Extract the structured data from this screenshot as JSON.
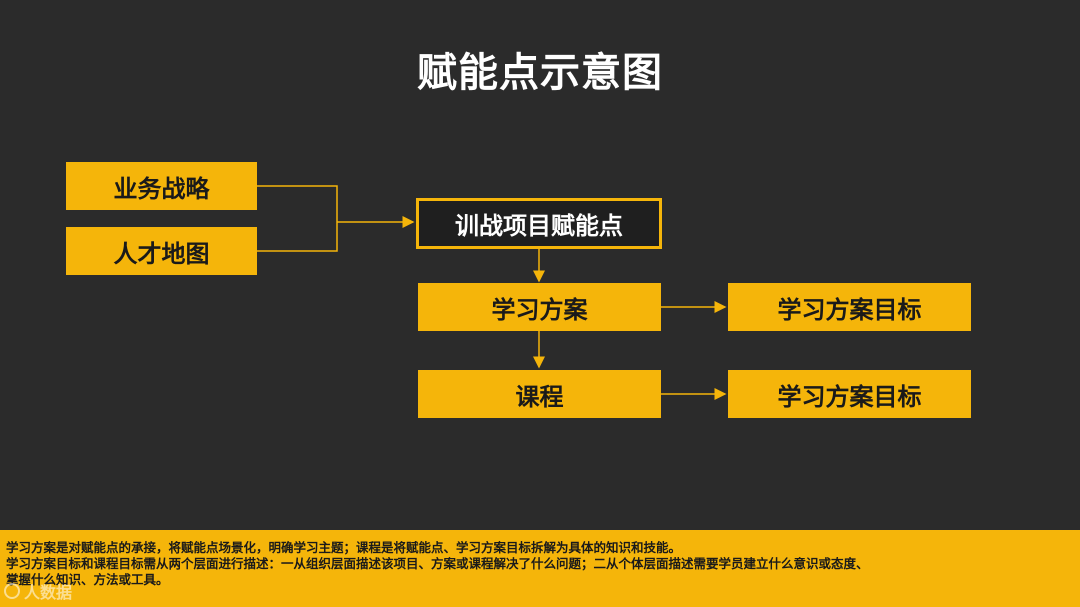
{
  "title": "赋能点示意图",
  "diagram": {
    "left_boxes": [
      "业务战略",
      "人才地图"
    ],
    "center_box": "训战项目赋能点",
    "plan_box": "学习方案",
    "course_box": "课程",
    "plan_target_box": "学习方案目标",
    "course_target_box": "学习方案目标"
  },
  "colors": {
    "background": "#2b2b2b",
    "accent": "#f5b50a",
    "text_dark": "#1a1a1a",
    "text_light": "#ffffff"
  },
  "footer": {
    "line1": "学习方案是对赋能点的承接，将赋能点场景化，明确学习主题；课程是将赋能点、学习方案目标拆解为具体的知识和技能。",
    "line2": "学习方案目标和课程目标需从两个层面进行描述：一从组织层面描述该项目、方案或课程解决了什么问题；二从个体层面描述需要学员建立什么意识或态度、",
    "line3": "掌握什么知识、方法或工具。"
  },
  "watermark": "人数据"
}
